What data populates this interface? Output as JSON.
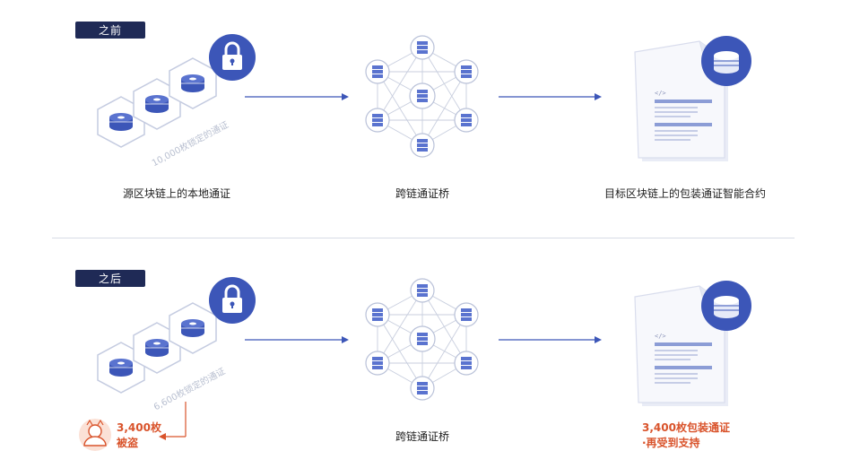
{
  "before": {
    "tag": "之前",
    "tokens_locked": "10,000枚锁定的通证",
    "source_caption": "源区块链上的本地通证",
    "bridge_caption": "跨链通证桥",
    "target_caption": "目标区块链上的包装通证智能合约"
  },
  "after": {
    "tag": "之后",
    "tokens_locked": "6,600枚锁定的通证",
    "stolen_amount": "3,400枚",
    "stolen_label": "被盗",
    "bridge_caption": "跨链通证桥",
    "wrapped_amount": "3,400枚包装通证",
    "wrapped_status": "·再受到支持"
  },
  "colors": {
    "navy": "#1f2a56",
    "blue": "#3c56b8",
    "alert": "#d9532b"
  },
  "icons": [
    "lock-icon",
    "coin-stack-icon",
    "server-node-icon",
    "document-icon",
    "user-avatar-icon"
  ]
}
